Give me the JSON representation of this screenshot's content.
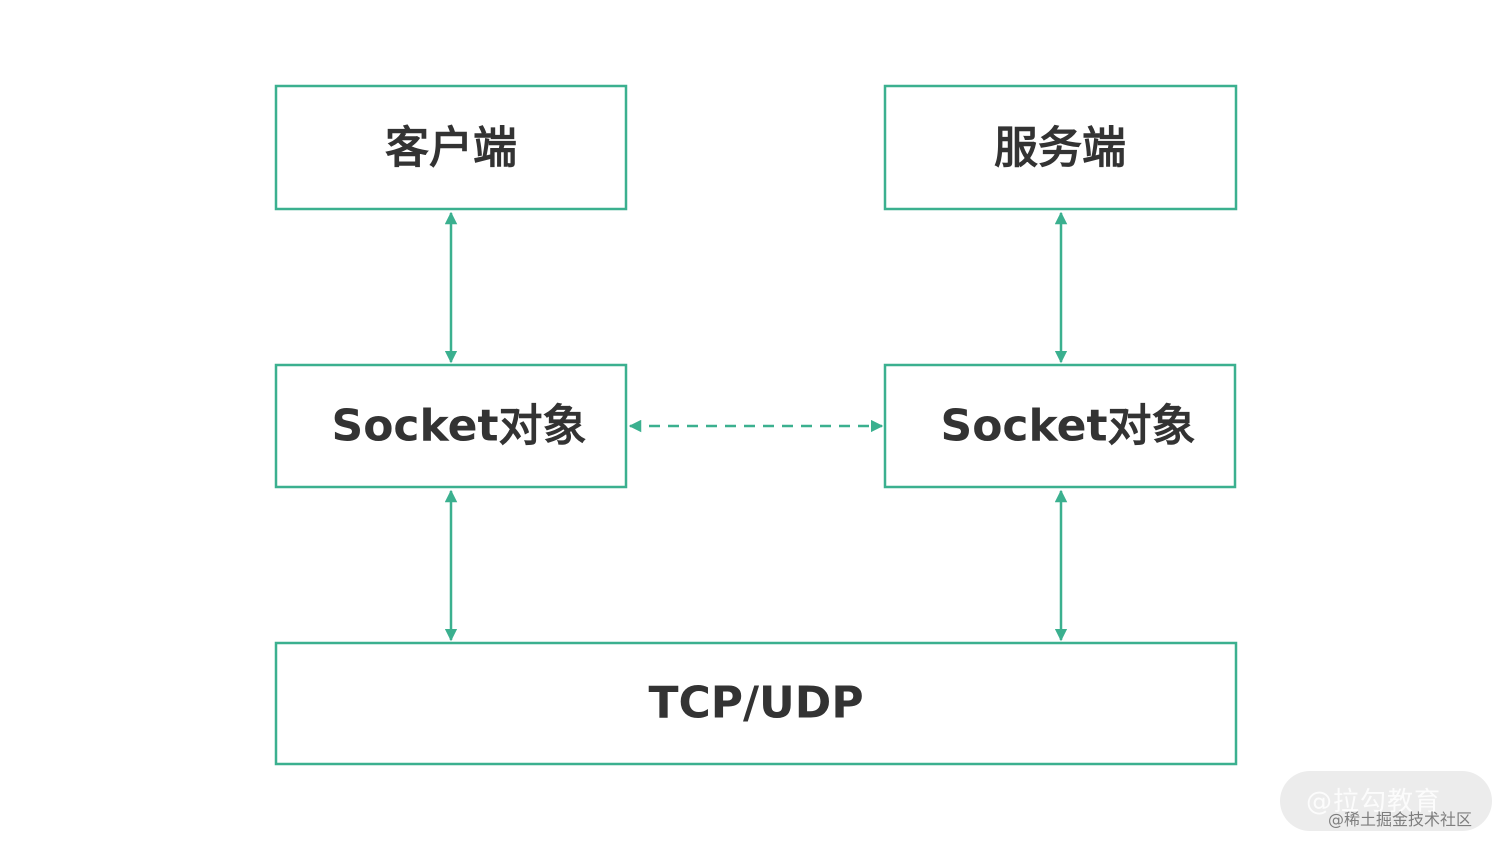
{
  "diagram": {
    "nodes": {
      "client": {
        "label": "客户端"
      },
      "server": {
        "label": "服务端"
      },
      "client_socket": {
        "label": "Socket对象"
      },
      "server_socket": {
        "label": "Socket对象"
      },
      "transport": {
        "label": "TCP/UDP"
      }
    },
    "edges": [
      {
        "from": "client",
        "to": "client_socket",
        "style": "solid",
        "direction": "both"
      },
      {
        "from": "server",
        "to": "server_socket",
        "style": "solid",
        "direction": "both"
      },
      {
        "from": "client_socket",
        "to": "server_socket",
        "style": "dashed",
        "direction": "both"
      },
      {
        "from": "client_socket",
        "to": "transport",
        "style": "solid",
        "direction": "both"
      },
      {
        "from": "server_socket",
        "to": "transport",
        "style": "solid",
        "direction": "both"
      }
    ],
    "colors": {
      "line": "#3bb08f",
      "text": "#333333",
      "background": "#ffffff"
    }
  },
  "watermark": {
    "main": "@拉勾教育",
    "sub": "@稀土掘金技术社区"
  }
}
